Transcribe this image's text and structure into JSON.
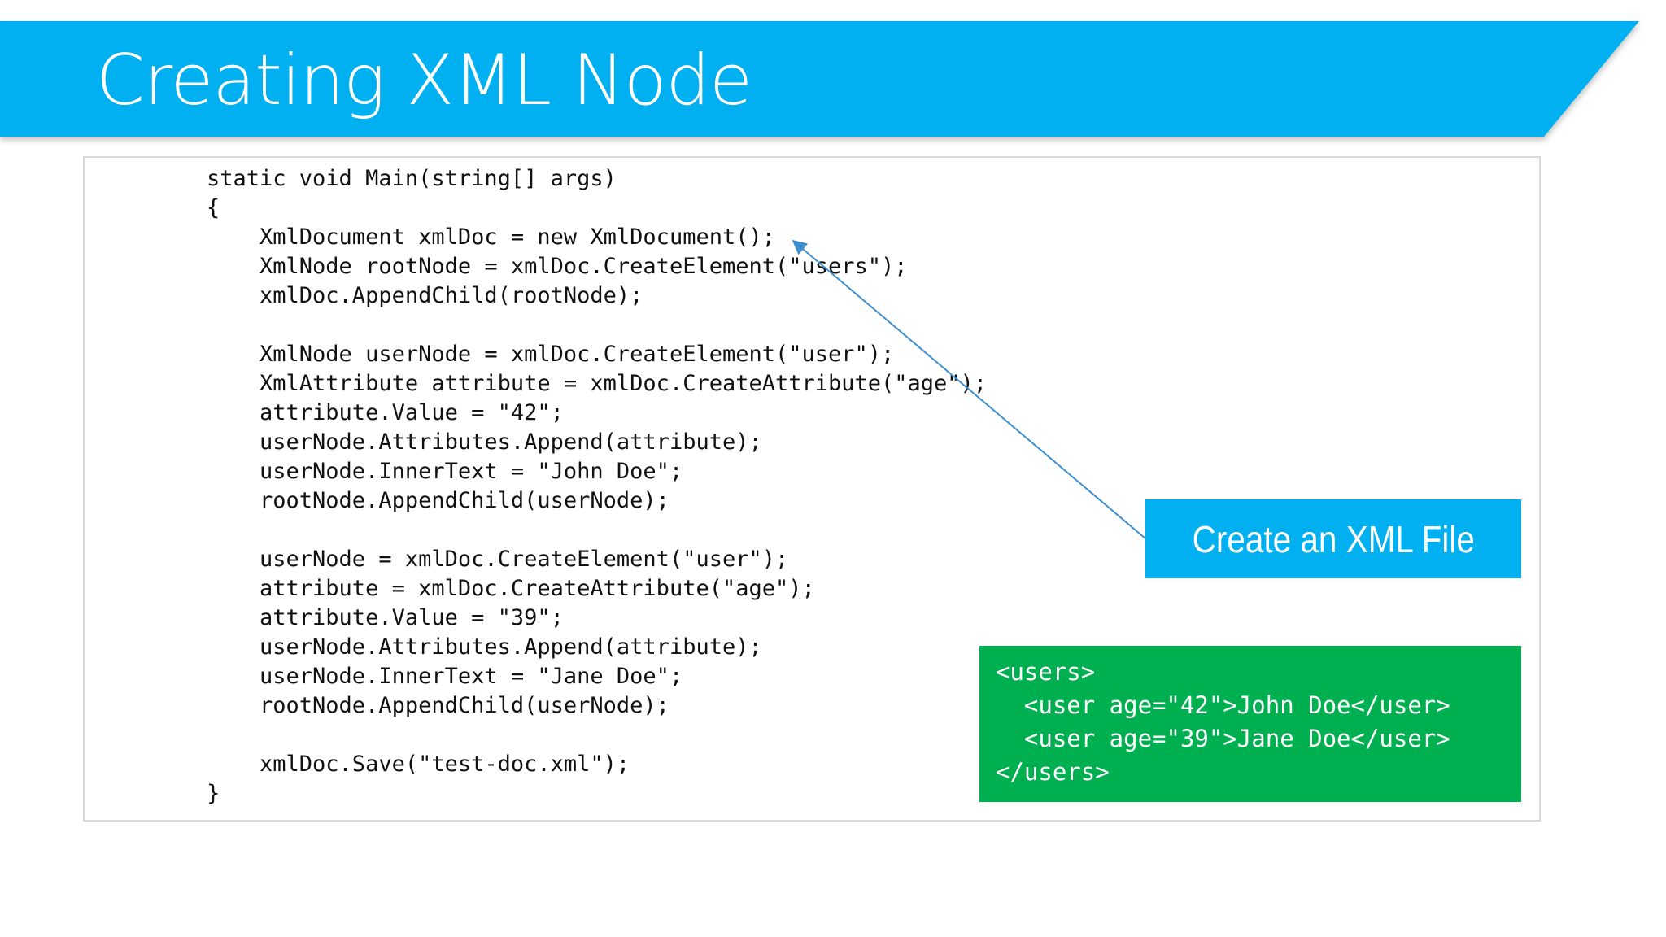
{
  "slide": {
    "title": "Creating XML Node",
    "colors": {
      "banner": "#00b0f0",
      "callout": "#00b0f0",
      "output_box": "#00b050",
      "arrow": "#3f8fcf"
    }
  },
  "code": {
    "lines": [
      "static void Main(string[] args)",
      "{",
      "    XmlDocument xmlDoc = new XmlDocument();",
      "    XmlNode rootNode = xmlDoc.CreateElement(\"users\");",
      "    xmlDoc.AppendChild(rootNode);",
      "",
      "    XmlNode userNode = xmlDoc.CreateElement(\"user\");",
      "    XmlAttribute attribute = xmlDoc.CreateAttribute(\"age\");",
      "    attribute.Value = \"42\";",
      "    userNode.Attributes.Append(attribute);",
      "    userNode.InnerText = \"John Doe\";",
      "    rootNode.AppendChild(userNode);",
      "",
      "    userNode = xmlDoc.CreateElement(\"user\");",
      "    attribute = xmlDoc.CreateAttribute(\"age\");",
      "    attribute.Value = \"39\";",
      "    userNode.Attributes.Append(attribute);",
      "    userNode.InnerText = \"Jane Doe\";",
      "    rootNode.AppendChild(userNode);",
      "",
      "    xmlDoc.Save(\"test-doc.xml\");",
      "}"
    ]
  },
  "callout": {
    "label": "Create an XML File"
  },
  "output": {
    "lines": [
      "<users>",
      "  <user age=\"42\">John Doe</user>",
      "  <user age=\"39\">Jane Doe</user>",
      "</users>"
    ]
  }
}
